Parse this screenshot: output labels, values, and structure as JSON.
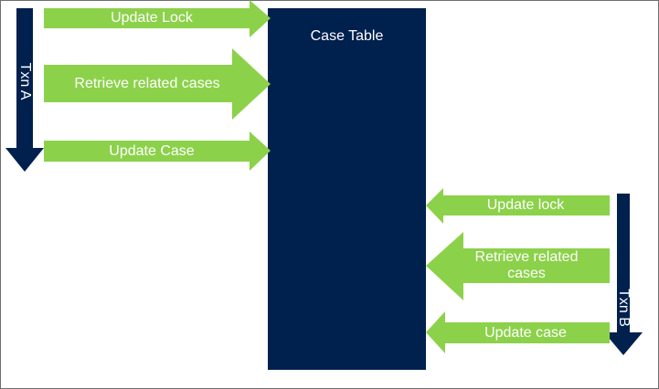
{
  "table": {
    "title": "Case Table"
  },
  "transactions": {
    "a": {
      "label": "Txn A",
      "arrows": [
        "Update Lock",
        "Retrieve related cases",
        "Update Case"
      ]
    },
    "b": {
      "label": "Txn B",
      "arrows": [
        "Update lock",
        "Retrieve related cases",
        "Update case"
      ]
    }
  },
  "colors": {
    "navy": "#00204e",
    "arrow_green": "#8cd14a",
    "text": "#ffffff",
    "border": "#6e6e6e"
  }
}
